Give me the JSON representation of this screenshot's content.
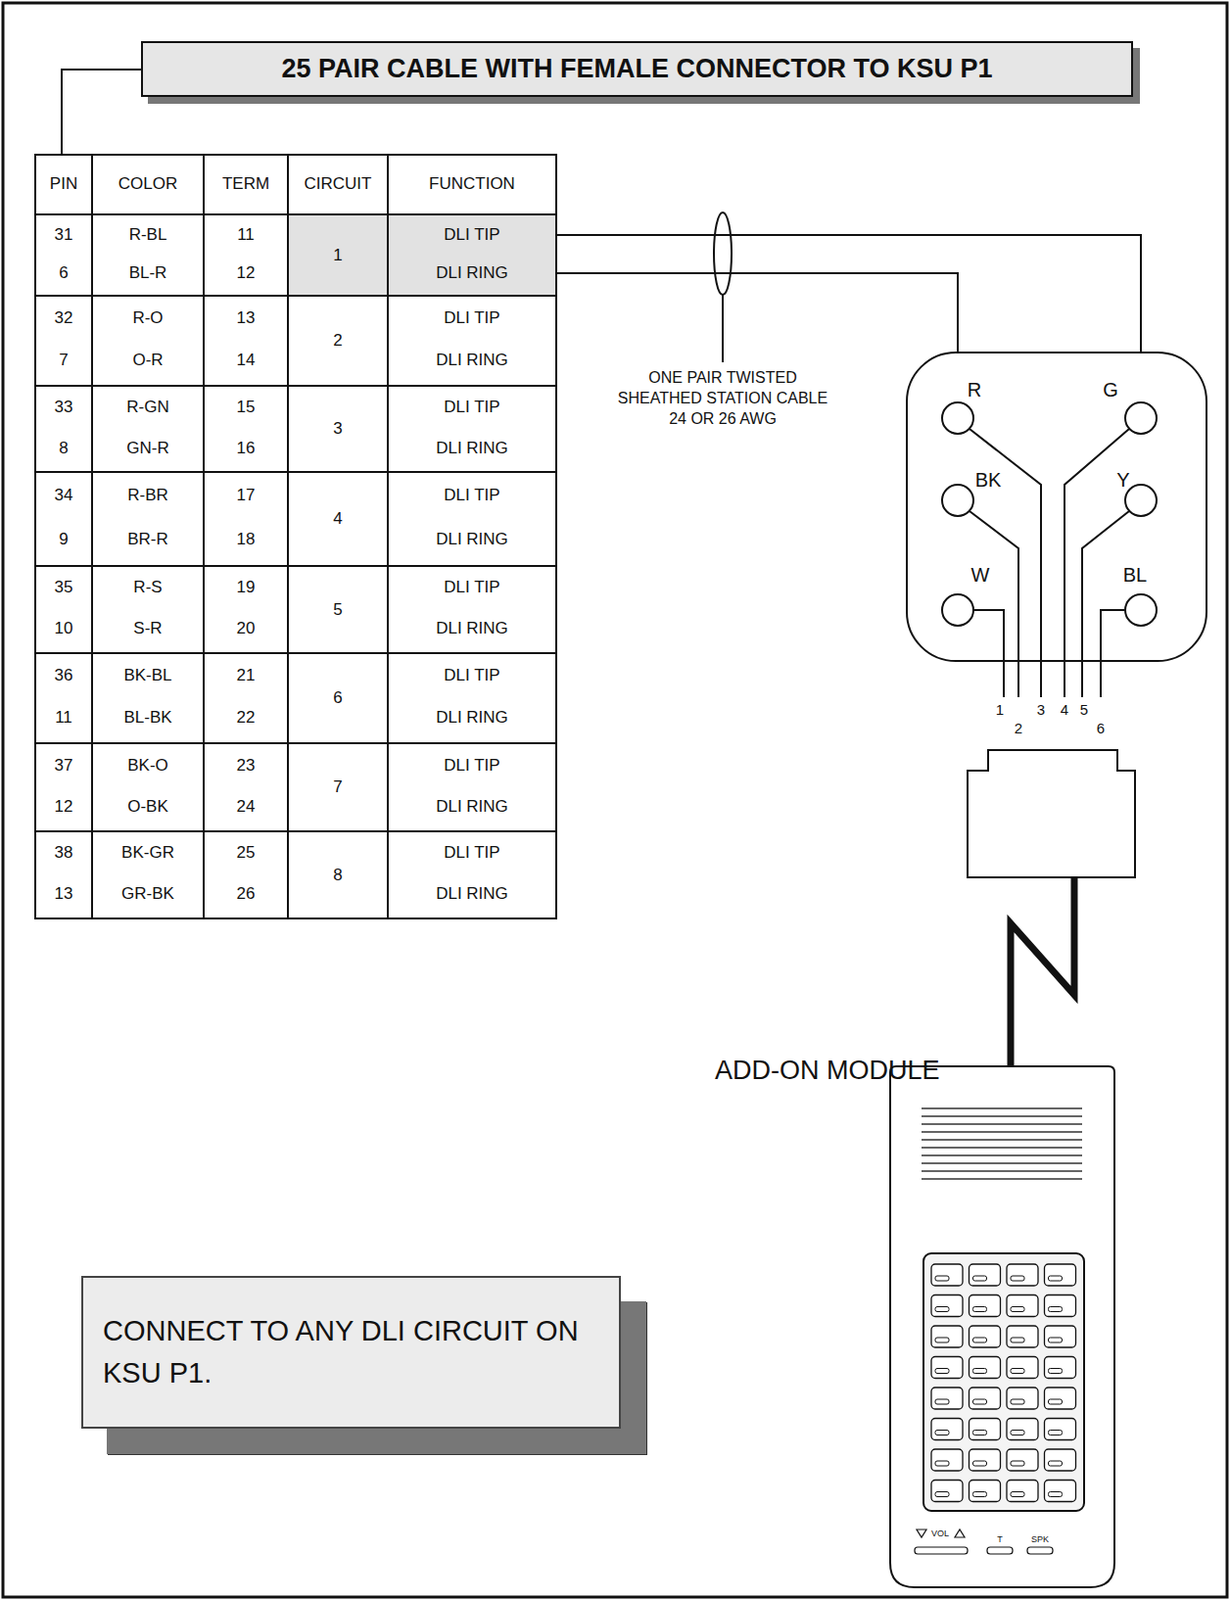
{
  "diagram": {
    "nodes": [
      {
        "text": [
          "25 PAIR CABLE WITH FEMALE CONNECTOR TO KSU P1"
        ]
      },
      {
        "text": [
          "CONNECT TO ANY DLI CIRCUIT ON KSU P1."
        ]
      }
    ],
    "labels": [
      "PIN",
      "COLOR",
      "TERM",
      "CIRCUIT",
      "FUNCTION",
      "31",
      "R-BL",
      "11",
      "1",
      "DLI TIP",
      "6",
      "BL-R",
      "12",
      "DLI RING",
      "32",
      "R-O",
      "13",
      "2",
      "DLI TIP",
      "7",
      "O-R",
      "14",
      "DLI RING",
      "33",
      "R-GN",
      "15",
      "3",
      "DLI TIP",
      "8",
      "GN-R",
      "16",
      "DLI RING",
      "34",
      "R-BR",
      "17",
      "4",
      "DLI TIP",
      "9",
      "BR-R",
      "18",
      "DLI RING",
      "35",
      "R-S",
      "19",
      "5",
      "DLI TIP",
      "10",
      "S-R",
      "20",
      "DLI RING",
      "36",
      "BK-BL",
      "21",
      "6",
      "DLI TIP",
      "11",
      "BL-BK",
      "22",
      "DLI RING",
      "37",
      "BK-O",
      "23",
      "7",
      "DLI TIP",
      "12",
      "O-BK",
      "24",
      "DLI RING",
      "38",
      "BK-GR",
      "25",
      "8",
      "DLI TIP",
      "13",
      "GR-BK",
      "26",
      "DLI RING",
      "ONE PAIR TWISTED SHEATHED STATION CABLE 24 OR 26 AWG",
      "R",
      "G",
      "BK",
      "Y",
      "W",
      "BL",
      "1",
      "2",
      "3",
      "4",
      "5",
      "6",
      "ADD-ON MODULE",
      "VOL",
      "T",
      "SPK"
    ]
  }
}
